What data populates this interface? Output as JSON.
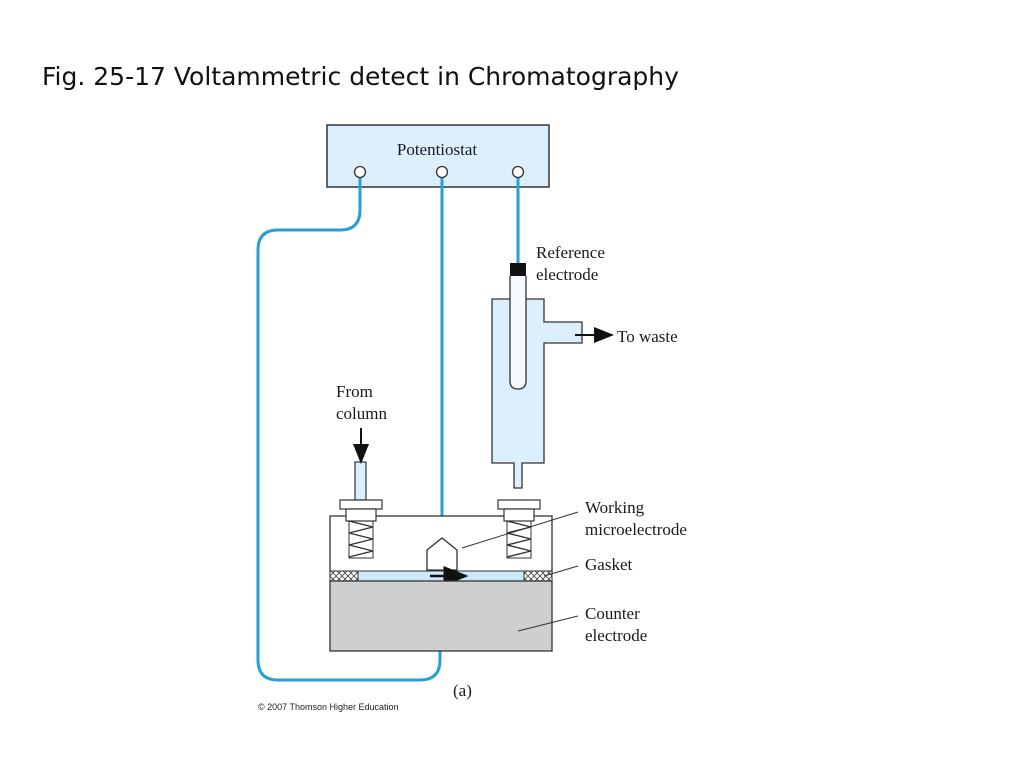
{
  "title": "Fig. 25-17 Voltammetric detect in Chromatography",
  "diagram": {
    "potentiostat": "Potentiostat",
    "reference_electrode": [
      "Reference",
      "electrode"
    ],
    "to_waste": "To waste",
    "from_column": [
      "From",
      "column"
    ],
    "working_microelectrode": [
      "Working",
      "microelectrode"
    ],
    "gasket": "Gasket",
    "counter_electrode": [
      "Counter",
      "electrode"
    ],
    "panel_label": "(a)",
    "copyright": "© 2007 Thomson Higher Education"
  },
  "colors": {
    "wire": "#2a9fd6",
    "box_fill": "#dcefff",
    "solution_fill": "#cde8f9",
    "counter_fill": "#cfcfcf",
    "outline": "#333333"
  }
}
